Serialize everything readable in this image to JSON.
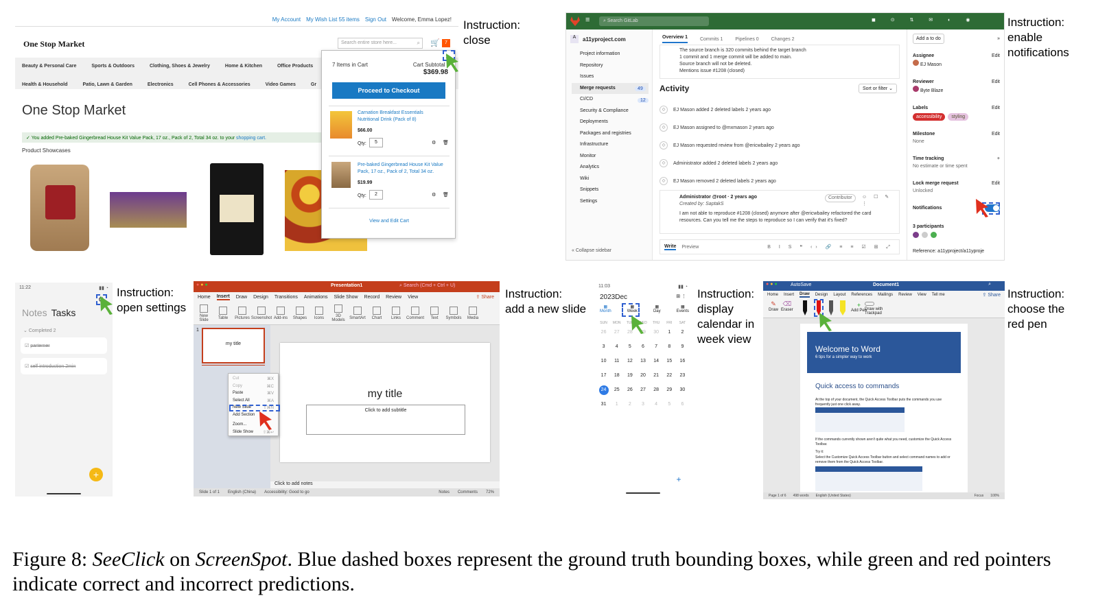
{
  "panels": {
    "shop": {
      "top_links": [
        "My Account",
        "My Wish List 55 items",
        "Sign Out",
        "Welcome, Emma Lopez!"
      ],
      "logo": "One Stop Market",
      "search_placeholder": "Search entire store here...",
      "cart_count": "7",
      "nav_row1": [
        "Beauty & Personal Care",
        "Sports & Outdoors",
        "Clothing, Shoes & Jewelry",
        "Home & Kitchen",
        "Office Products"
      ],
      "nav_row2": [
        "Health & Household",
        "Patio, Lawn & Garden",
        "Electronics",
        "Cell Phones & Accessories",
        "Video Games",
        "Gr"
      ],
      "page_title": "One Stop Market",
      "success_msg": "You added Pre-baked Gingerbread House Kit Value Pack, 17 oz., Pack of 2, Total 34 oz. to your",
      "success_link": "shopping cart.",
      "showcase_label": "Product Showcases",
      "minicart": {
        "items_count": "7 Items in Cart",
        "subtotal_label": "Cart Subtotal :",
        "subtotal": "$369.98",
        "checkout": "Proceed to Checkout",
        "items": [
          {
            "name": "Carnation Breakfast Essentials Nutritional Drink (Pack of 8)",
            "price": "$66.00",
            "qty_label": "Qty:",
            "qty": "5"
          },
          {
            "name": "Pre-baked Gingerbread House Kit Value Pack, 17 oz., Pack of 2, Total 34 oz.",
            "price": "$19.99",
            "qty_label": "Qty:",
            "qty": "2"
          }
        ],
        "view_cart": "View and Edit Cart",
        "close": "×"
      },
      "instruction": "Instruction:\nclose"
    },
    "gitlab": {
      "search": "Search GitLab",
      "project": "a11yproject.com",
      "sidebar": [
        "Project information",
        "Repository",
        "Issues",
        "Merge requests",
        "CI/CD",
        "Security & Compliance",
        "Deployments",
        "Packages and registries",
        "Infrastructure",
        "Monitor",
        "Analytics",
        "Wiki",
        "Snippets",
        "Settings"
      ],
      "issues_count": "49",
      "mr_count": "12",
      "collapse": "Collapse sidebar",
      "tabs": [
        "Overview 1",
        "Commits 1",
        "Pipelines 0",
        "Changes 2"
      ],
      "bullets": [
        "The source branch is 320 commits behind the target branch",
        "1 commit and 1 merge commit will be added to main.",
        "Source branch will not be deleted.",
        "Mentions issue #1208 (closed)"
      ],
      "activity": "Activity",
      "sort": "Sort or filter",
      "events": [
        "EJ Mason added 2 deleted labels 2 years ago",
        "EJ Mason assigned to @mxmason 2 years ago",
        "EJ Mason requested review from @ericwbailey 2 years ago",
        "Administrator added 2 deleted labels 2 years ago",
        "EJ Mason removed 2 deleted labels 2 years ago"
      ],
      "comment_author": "Administrator @root · 2 years ago",
      "comment_badge": "Contributor",
      "comment_created": "Created by: SaptakS",
      "comment_body": "I am not able to reproduce #1208 (closed) anymore after @ericwbailey refactored the card resources. Can you tell me the steps to reproduce so I can verify that it's fixed?",
      "write": "Write",
      "preview": "Preview",
      "right": {
        "todo": "Add a to do",
        "assignee_label": "Assignee",
        "assignee": "EJ Mason",
        "reviewer_label": "Reviewer",
        "reviewer": "Byte Blaze",
        "labels_label": "Labels",
        "label1": "accessibility",
        "label2": "styling",
        "milestone_label": "Milestone",
        "milestone": "None",
        "time_label": "Time tracking",
        "time": "No estimate or time spent",
        "lock_label": "Lock merge request",
        "lock": "Unlocked",
        "notif_label": "Notifications",
        "participants": "3 participants",
        "reference": "Reference: a11yproject/a11yproje",
        "edit": "Edit"
      },
      "instruction": "Instruction:\nenable\nnotifications"
    },
    "notes": {
      "time": "11:22",
      "tabs": [
        "Notes",
        "Tasks"
      ],
      "completed": "Completed 2",
      "items": [
        "parterner",
        "self introduction 2min"
      ],
      "instruction": "Instruction:\nopen settings"
    },
    "ppt": {
      "title": "Presentation1",
      "search": "Search (Cmd + Ctrl + U)",
      "share": "Share",
      "tabs": [
        "Home",
        "Insert",
        "Draw",
        "Design",
        "Transitions",
        "Animations",
        "Slide Show",
        "Record",
        "Review",
        "View"
      ],
      "tools": [
        "New Slide",
        "Table",
        "Pictures",
        "Screenshot",
        "Add-ins",
        "Shapes",
        "Icons",
        "3D Models",
        "SmartArt",
        "Chart",
        "Links",
        "Comment",
        "Text",
        "Symbols",
        "Media"
      ],
      "thumb_title": "my title",
      "menu": [
        {
          "label": "Cut",
          "key": "⌘X"
        },
        {
          "label": "Copy",
          "key": "⌘C"
        },
        {
          "label": "Paste",
          "key": "⌘V"
        },
        {
          "label": "Select All",
          "key": "⌘A"
        },
        {
          "label": "New Slide",
          "key": "⇧⌘N"
        },
        {
          "label": "Add Section",
          "key": ""
        },
        {
          "label": "Zoom...",
          "key": ""
        },
        {
          "label": "Slide Show",
          "key": "⇧⌘↩"
        }
      ],
      "slide_title": "my title",
      "slide_subtitle": "Click to add subtitle",
      "notes": "Click to add notes",
      "status": [
        "Slide 1 of 1",
        "English (China)",
        "Accessibility: Good to go",
        "Notes",
        "Comments",
        "72%"
      ],
      "instruction": "Instruction:\nadd a new slide"
    },
    "calendar": {
      "time": "11:03",
      "month": "2023Dec",
      "views": [
        "Month",
        "Week",
        "Day",
        "Events"
      ],
      "weekdays": [
        "SUN",
        "MON",
        "TUE",
        "WED",
        "THU",
        "FRI",
        "SAT"
      ],
      "weeks": [
        [
          "26",
          "27",
          "28",
          "29",
          "30",
          "1",
          "2"
        ],
        [
          "3",
          "4",
          "5",
          "6",
          "7",
          "8",
          "9"
        ],
        [
          "10",
          "11",
          "12",
          "13",
          "14",
          "15",
          "16"
        ],
        [
          "17",
          "18",
          "19",
          "20",
          "21",
          "22",
          "23"
        ],
        [
          "24",
          "25",
          "26",
          "27",
          "28",
          "29",
          "30"
        ],
        [
          "31",
          "1",
          "2",
          "3",
          "4",
          "5",
          "6"
        ]
      ],
      "instruction": "Instruction:\ndisplay\ncalendar in\nweek view"
    },
    "word": {
      "title": "Document1",
      "autosave": "AutoSave",
      "tabs": [
        "Home",
        "Insert",
        "Draw",
        "Design",
        "Layout",
        "References",
        "Mailings",
        "Review",
        "View",
        "Tell me"
      ],
      "share": "Share",
      "tools": [
        "Draw",
        "Eraser",
        "Add Pen",
        "Draw with Trackpad"
      ],
      "banner_title": "Welcome to Word",
      "banner_sub": "6 tips for a simpler way to work",
      "heading": "Quick access to commands",
      "para1": "At the top of your document, the Quick Access Toolbar puts the commands you use frequently just one click away.",
      "para2": "If the commands currently shown aren't quite what you need, customize the Quick Access Toolbar.",
      "try": "Try it:",
      "para3": "Select the Customize Quick Access Toolbar button and select command names to add or remove them from the Quick Access Toolbar.",
      "status": [
        "Page 1 of 6",
        "498 words",
        "English (United States)",
        "Focus",
        "100%"
      ],
      "instruction": "Instruction:\nchoose the\nred pen"
    }
  },
  "caption": {
    "prefix": "Figure 8: ",
    "model": "SeeClick",
    "mid": " on ",
    "bench": "ScreenSpot",
    "rest": ". Blue dashed boxes represent the ground truth bounding boxes, while green and red pointers indicate correct and incorrect predictions."
  },
  "colors": {
    "gt_box": "#2f5fd0",
    "correct": "#5ab13a",
    "incorrect": "#e0301e",
    "magento_blue": "#1979c3",
    "gitlab_green": "#2e6b35",
    "ppt_red": "#c43e1c",
    "word_blue": "#2b579a"
  }
}
